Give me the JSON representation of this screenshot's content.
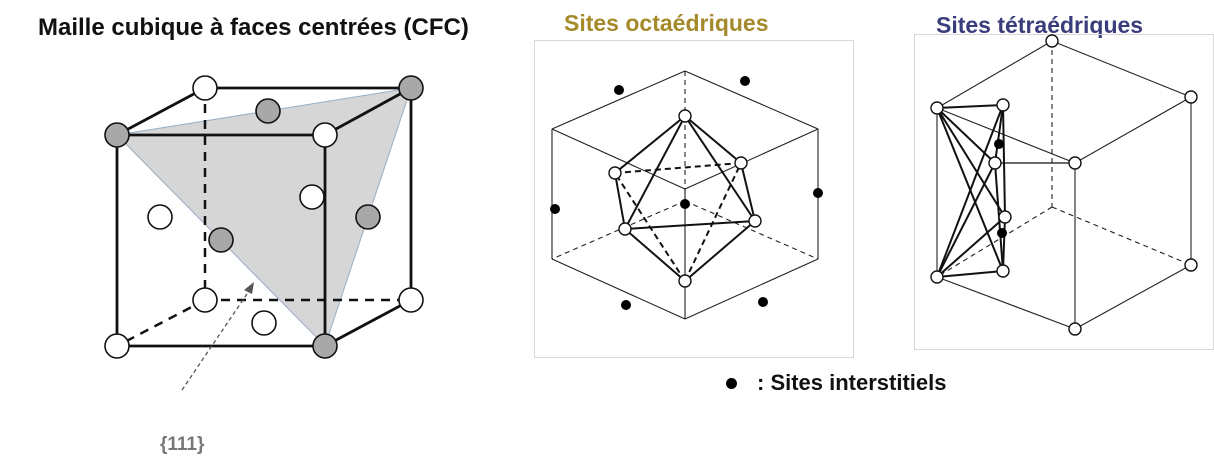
{
  "titles": {
    "fcc": "Maille cubique à faces centrées (CFC)",
    "octa": "Sites octaédriques",
    "tetra": "Sites tétraédriques"
  },
  "colors": {
    "octa_title": "#a48a2a",
    "tetra_title": "#3a3d7c",
    "plane_fill": "#d6d6d6",
    "shaded_atom": "#a8a8a8"
  },
  "plane_label": "{111}",
  "legend": {
    "text": ": Sites interstitiels"
  }
}
